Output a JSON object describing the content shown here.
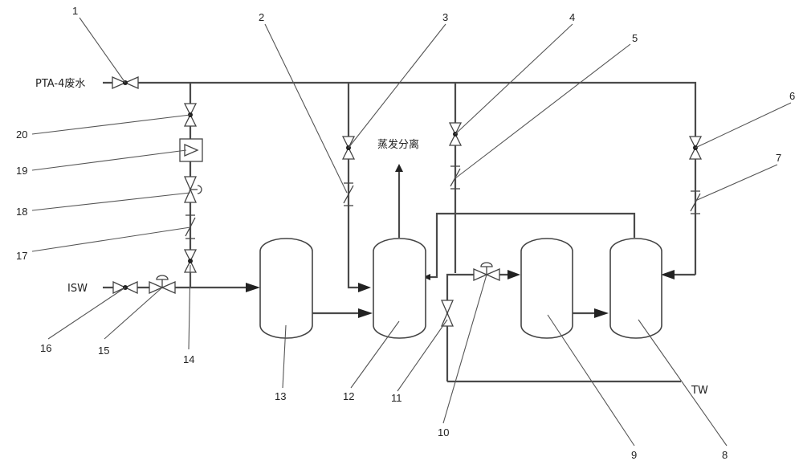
{
  "labels": {
    "pta_inlet": "PTA-4废水",
    "isw": "ISW",
    "tw": "TW",
    "evap_separation": "蒸发分离"
  },
  "callouts": [
    "1",
    "2",
    "3",
    "4",
    "5",
    "6",
    "7",
    "8",
    "9",
    "10",
    "11",
    "12",
    "13",
    "14",
    "15",
    "16",
    "17",
    "18",
    "19",
    "20"
  ]
}
